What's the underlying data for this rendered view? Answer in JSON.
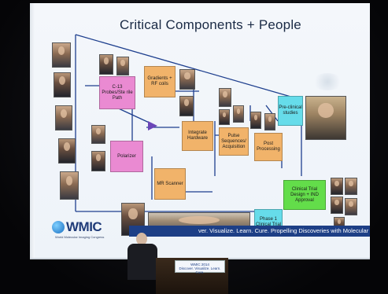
{
  "slide": {
    "title": "Critical Components + People",
    "logo_text": "WMIC",
    "logo_subtitle": "World Molecular Imaging Congress",
    "tagline": "Discover. Visualize. Learn. Cure. Propelling Discoveries with Molecular Imaging.",
    "tagline_visible": "ver. Visualize. Learn. Cure. Propelling Discoveries with Molecular Imaging."
  },
  "boxes": {
    "c13": "C-13 Probes/Ste rile Path",
    "gradients": "Gradients + RF coils",
    "polarizer": "Polarizer",
    "integrate": "Integrate Hardware",
    "pulse": "Pulse Sequences/ Acquisition",
    "post": "Post Processing",
    "preclinical": "Pre-clinical studies",
    "scanner": "MR Scanner",
    "clinical_design": "Clinical Trial Design + IND Approval",
    "phase1": "Phase 1 Clinical Trial"
  },
  "podium": {
    "line1": "WMIC 2014",
    "line2": "Discover. Visualize. Learn. Cure."
  },
  "colors": {
    "pink": "#ea8ad2",
    "tan": "#f1b36a",
    "cyan": "#66dcea",
    "green": "#63dd4a",
    "brand_blue": "#1d3f86"
  }
}
